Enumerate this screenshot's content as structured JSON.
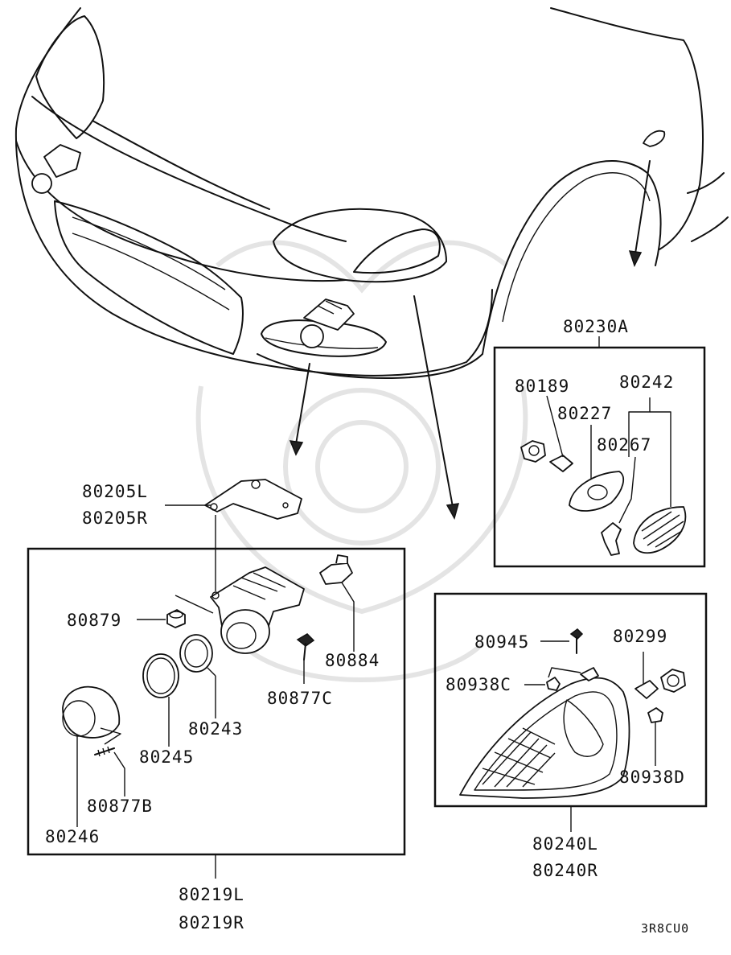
{
  "labels": {
    "p80230A": "80230A",
    "p80189": "80189",
    "p80242": "80242",
    "p80227": "80227",
    "p80267": "80267",
    "p80205L": "80205L",
    "p80205R": "80205R",
    "p80879": "80879",
    "p80884": "80884",
    "p80877C": "80877C",
    "p80243": "80243",
    "p80245": "80245",
    "p80877B": "80877B",
    "p80246": "80246",
    "p80219L": "80219L",
    "p80219R": "80219R",
    "p80945": "80945",
    "p80299": "80299",
    "p80938C": "80938C",
    "p80938D": "80938D",
    "p80240L": "80240L",
    "p80240R": "80240R"
  },
  "diagram_code": "3R8CU0"
}
